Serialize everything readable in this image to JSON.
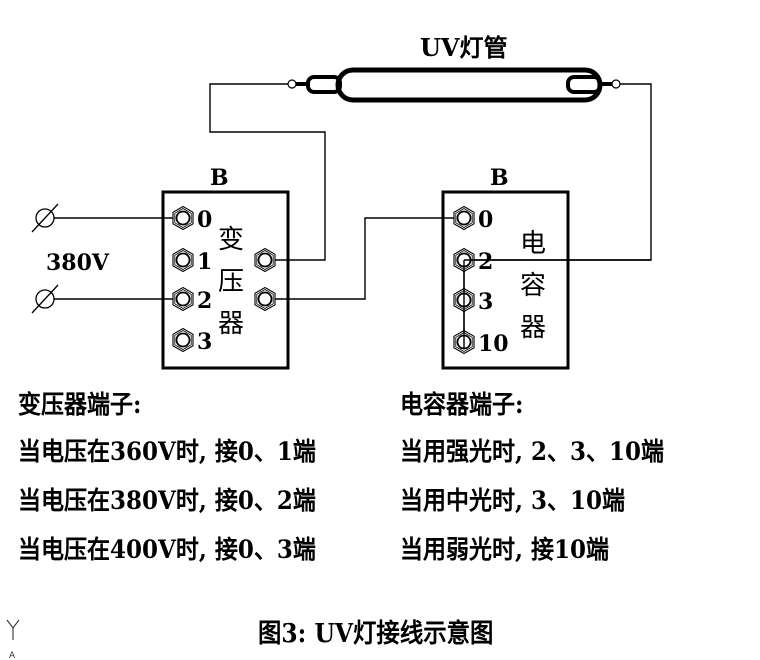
{
  "diagram": {
    "lamp_label": "UV灯管",
    "transformer": {
      "top_label": "B",
      "name_chars": [
        "变",
        "压",
        "器"
      ],
      "terminals": [
        "0",
        "1",
        "2",
        "3"
      ]
    },
    "capacitor": {
      "top_label": "B",
      "name_chars": [
        "电",
        "容",
        "器"
      ],
      "terminals": [
        "0",
        "2",
        "3",
        "10"
      ]
    },
    "supply_voltage": "380V"
  },
  "notes": {
    "transformer": {
      "heading": "变压器端子:",
      "lines": [
        "当电压在360V时, 接0、1端",
        "当电压在380V时, 接0、2端",
        "当电压在400V时, 接0、3端"
      ]
    },
    "capacitor": {
      "heading": "电容器端子:",
      "lines": [
        "当用强光时, 2、3、10端",
        "当用中光时, 3、10端",
        "当用弱光时, 接10端"
      ]
    }
  },
  "caption": "图3: UV灯接线示意图",
  "ucs_icon": {
    "axis_label": "Y",
    "origin_label": "A"
  }
}
